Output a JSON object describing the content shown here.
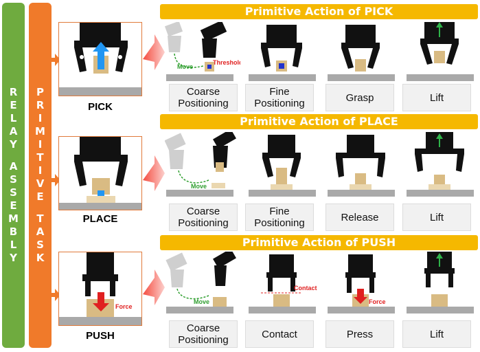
{
  "sidebar": {
    "outer_words": [
      "RELAY",
      "ASSEMBLY"
    ],
    "inner_words": [
      "PRIMITIVE",
      "TASK"
    ]
  },
  "tasks": {
    "pick": {
      "label": "PICK"
    },
    "place": {
      "label": "PLACE"
    },
    "push": {
      "label": "PUSH",
      "force_label": "Force"
    }
  },
  "rows": {
    "pick": {
      "title": "Primitive Action of PICK",
      "move_label": "Move",
      "threshold_label": "Threshold",
      "steps": [
        "Coarse\nPositioning",
        "Fine\nPositioning",
        "Grasp",
        "Lift"
      ]
    },
    "place": {
      "title": "Primitive Action of PLACE",
      "move_label": "Move",
      "steps": [
        "Coarse\nPositioning",
        "Fine\nPositioning",
        "Release",
        "Lift"
      ]
    },
    "push": {
      "title": "Primitive Action of PUSH",
      "move_label": "Move",
      "contact_label": "Contact",
      "force_label": "Force",
      "steps": [
        "Coarse\nPositioning",
        "Contact",
        "Press",
        "Lift"
      ]
    }
  },
  "colors": {
    "outer_bar": "#6fab3f",
    "inner_bar": "#f07a2a",
    "banner": "#f5b800",
    "move": "#2e9e2e",
    "force": "#e02020",
    "lift_arrow": "#2fb34a",
    "push_arrow": "#2196f3",
    "component": "#d9bb83"
  }
}
